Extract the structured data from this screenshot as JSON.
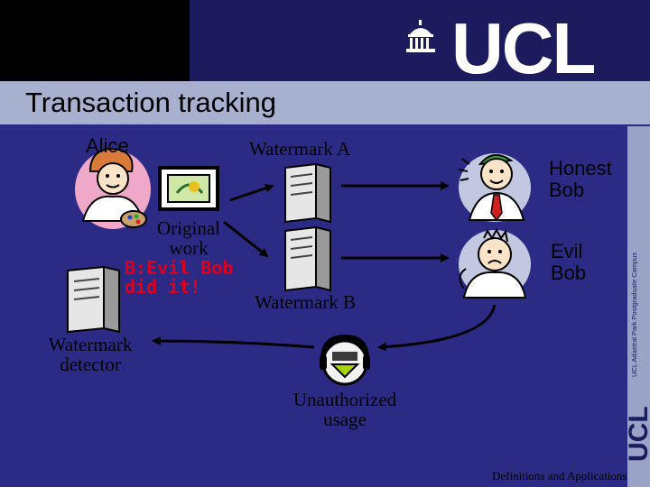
{
  "header": {
    "logo_text": "UCL",
    "title": "Transaction tracking"
  },
  "labels": {
    "alice": "Alice",
    "watermark_a": "Watermark A",
    "honest_bob": [
      "Honest",
      "Bob"
    ],
    "original_work": [
      "Original",
      "work"
    ],
    "evil_bob": [
      "Evil",
      "Bob"
    ],
    "verdict": [
      "B:Evil Bob",
      "did it!"
    ],
    "watermark_b": "Watermark B",
    "watermark_detector": [
      "Watermark",
      "detector"
    ],
    "unauthorized_usage": [
      "Unauthorized",
      "usage"
    ]
  },
  "sidebar": {
    "campus_text": "UCL Adastral Park Postgraduate Campus",
    "logo_text": "UCL"
  },
  "footer": {
    "text": "Definitions and Applications"
  },
  "colors": {
    "background": "#2b2b86",
    "title_bar": "#a8b0cf",
    "verdict_text": "#e0001b"
  }
}
